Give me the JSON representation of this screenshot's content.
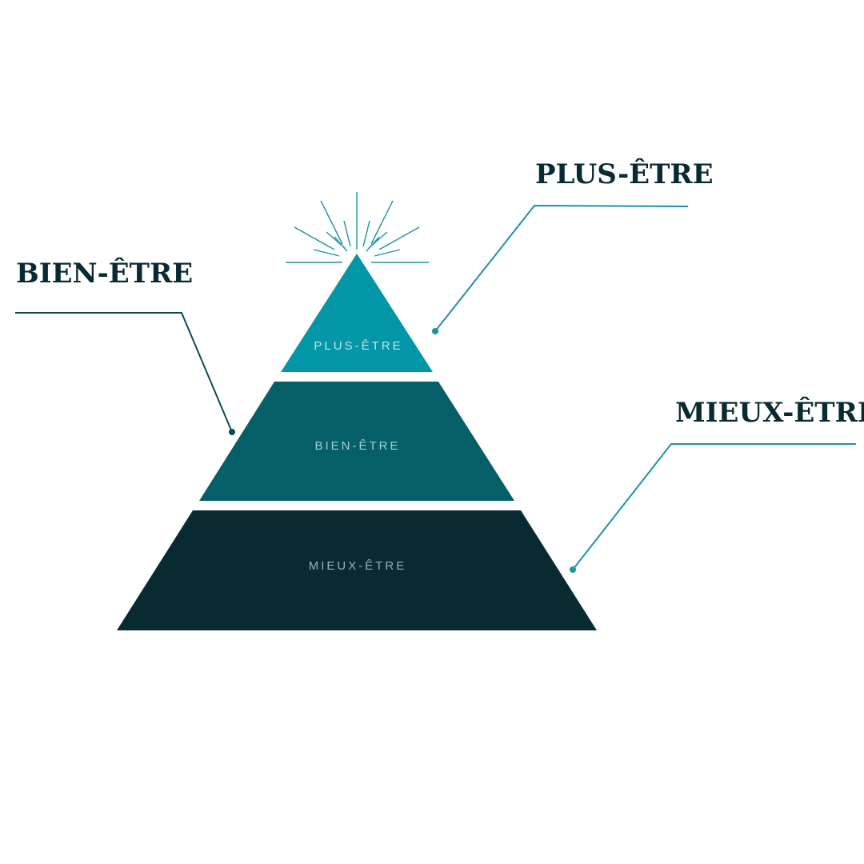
{
  "colors": {
    "background": "#ffffff",
    "title": "#0a2a33",
    "accent_line": "#1d93a3",
    "dark_line": "#0b4a55",
    "tier_top": "#0396a6",
    "tier_middle": "#045f68",
    "tier_bottom": "#082a31",
    "tier_label_top": "#bfe6ea",
    "tier_label_middle": "#a8cdd1",
    "tier_label_bottom": "#9ab1b5",
    "rays": "#1d93a3"
  },
  "callouts": {
    "plus_etre": "PLUS-ÊTRE",
    "bien_etre": "BIEN-ÊTRE",
    "mieux_etre": "MIEUX-ÊTRE"
  },
  "pyramid": {
    "tiers": [
      {
        "label": "PLUS-ÊTRE"
      },
      {
        "label": "BIEN-ÊTRE"
      },
      {
        "label": "MIEUX-ÊTRE"
      }
    ]
  },
  "icons": {
    "apex": "sunburst-icon"
  }
}
